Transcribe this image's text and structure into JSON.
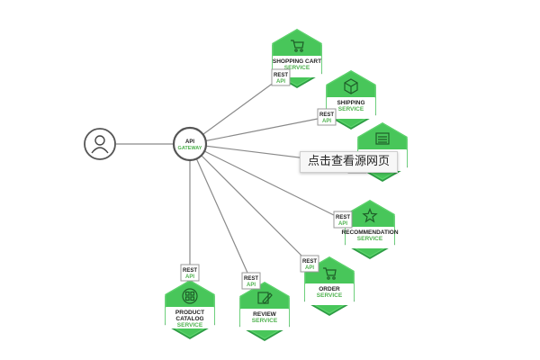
{
  "client_icon": "user-icon",
  "gateway": {
    "line1": "API",
    "line2": "GATEWAY"
  },
  "rest_label": {
    "line1": "REST",
    "line2": "API"
  },
  "services": [
    {
      "id": "shopping-cart",
      "name_lines": [
        "SHOPPING CART"
      ],
      "kind": "SERVICE",
      "icon": "cart-icon"
    },
    {
      "id": "shipping",
      "name_lines": [
        "SHIPPING"
      ],
      "kind": "SERVICE",
      "icon": "package-icon"
    },
    {
      "id": "third",
      "name_lines": [],
      "kind": "SERVICE",
      "icon": "list-icon"
    },
    {
      "id": "recommendation",
      "name_lines": [
        "RECOMMENDATION"
      ],
      "kind": "SERVICE",
      "icon": "star-icon"
    },
    {
      "id": "order",
      "name_lines": [
        "ORDER"
      ],
      "kind": "SERVICE",
      "icon": "cart-icon"
    },
    {
      "id": "review",
      "name_lines": [
        "REVIEW"
      ],
      "kind": "SERVICE",
      "icon": "edit-icon"
    },
    {
      "id": "product-catalog",
      "name_lines": [
        "PRODUCT",
        "CATALOG"
      ],
      "kind": "SERVICE",
      "icon": "grid-icon"
    }
  ],
  "tooltip": "点击查看源网页",
  "colors": {
    "hex_fill": "#48c65a",
    "hex_top": "#5fd46e",
    "line": "#8a8a8a",
    "accent_text": "#4fb24f"
  }
}
